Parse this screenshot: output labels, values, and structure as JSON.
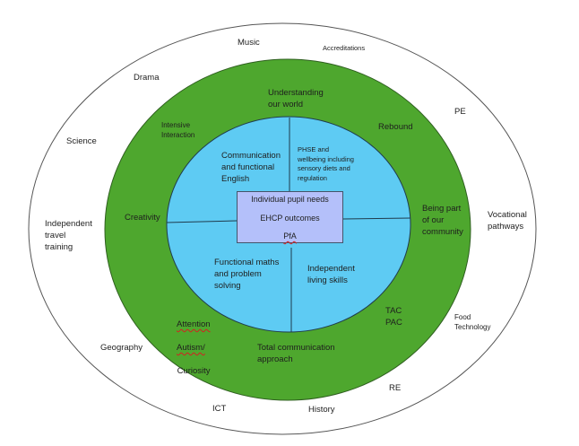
{
  "diagram": {
    "colors": {
      "outer_fill": "#ffffff",
      "outer_stroke": "#555555",
      "middle_ring": "#4ea72e",
      "inner_circle": "#5ecbf3",
      "center_box": "#b4c0fa",
      "box_stroke": "#44546a",
      "divider": "#1f3b4d"
    },
    "center": {
      "lines": [
        "Individual pupil needs",
        "EHCP outcomes",
        "PfA"
      ]
    },
    "inner_quadrants": {
      "top_left": "Communication\nand functional\nEnglish",
      "top_right": "PHSE and\nwellbeing including\nsensory diets and\nregulation",
      "bottom_left": "Functional maths\nand problem\nsolving",
      "bottom_right": "Independent\nliving skills"
    },
    "middle_ring_labels": {
      "understanding": "Understanding\nour world",
      "intensive": "Intensive\nInteraction",
      "rebound": "Rebound",
      "creativity": "Creativity",
      "community": "Being part\nof our\ncommunity",
      "attention_1": "Attention",
      "attention_2": "Autism/",
      "attention_3": "Curiosity",
      "tac": "TAC\nPAC",
      "total_comm": "Total communication\napproach"
    },
    "outer_ring_labels": {
      "music": "Music",
      "accreditations": "Accreditations",
      "drama": "Drama",
      "pe": "PE",
      "science": "Science",
      "travel": "Independent\ntravel\ntraining",
      "vocational": "Vocational\npathways",
      "geography": "Geography",
      "food": "Food\nTechnology",
      "re": "RE",
      "ict": "ICT",
      "history": "History"
    }
  }
}
